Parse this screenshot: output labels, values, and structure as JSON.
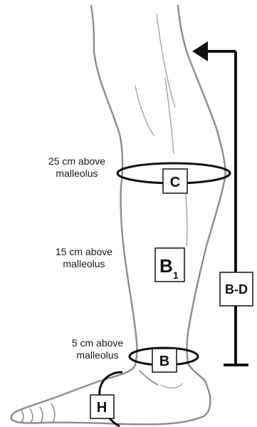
{
  "labels": {
    "c_caption_line1": "25 cm above",
    "c_caption_line2": "malleolus",
    "b1_caption_line1": "15 cm above",
    "b1_caption_line2": "malleolus",
    "b_caption_line1": "5 cm above",
    "b_caption_line2": "malleolus"
  },
  "markers": {
    "c": "C",
    "b1_main": "B",
    "b1_sub": "1",
    "b": "B",
    "h": "H",
    "bd": "B-D"
  },
  "colors": {
    "outline": "#8c8c8c",
    "ink": "#111111",
    "background": "#ffffff"
  }
}
